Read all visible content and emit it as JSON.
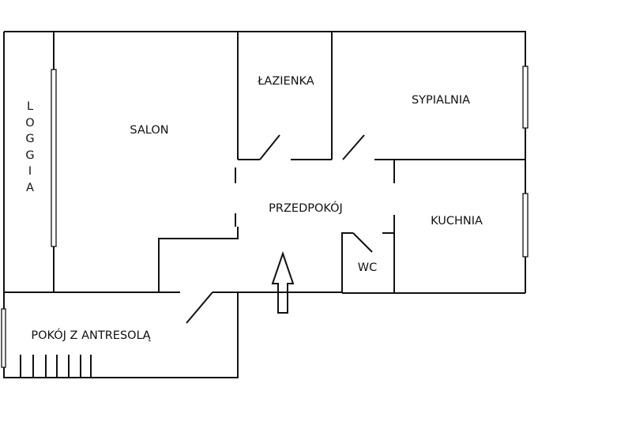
{
  "plan": {
    "rooms": {
      "loggia": "LOGGIA",
      "salon": "SALON",
      "lazienka": "ŁAZIENKA",
      "sypialnia": "SYPIALNIA",
      "przedpokoj": "PRZEDPOKÓJ",
      "kuchnia": "KUCHNIA",
      "wc": "WC",
      "pokoj": "POKÓJ Z ANTRESOLĄ"
    },
    "loggia_letters": [
      "L",
      "O",
      "G",
      "G",
      "I",
      "A"
    ],
    "colors": {
      "line": "#111111",
      "background": "#ffffff"
    }
  }
}
